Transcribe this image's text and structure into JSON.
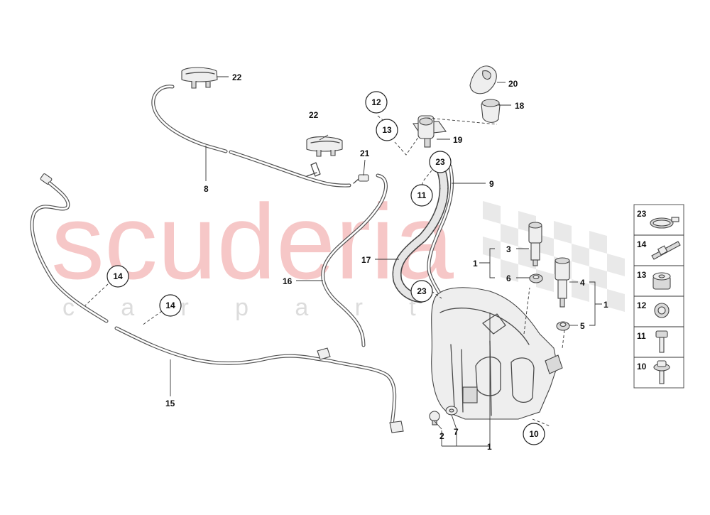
{
  "watermark": {
    "brand": "scuderia",
    "sub": "c a r   p a r t s"
  },
  "callouts": [
    {
      "id": "c22a",
      "num": "22"
    },
    {
      "id": "c22b",
      "num": "22"
    },
    {
      "id": "c20",
      "num": "20"
    },
    {
      "id": "c18",
      "num": "18"
    },
    {
      "id": "c19",
      "num": "19"
    },
    {
      "id": "c21",
      "num": "21"
    },
    {
      "id": "c8",
      "num": "8"
    },
    {
      "id": "c9",
      "num": "9"
    },
    {
      "id": "c16",
      "num": "16"
    },
    {
      "id": "c17",
      "num": "17"
    },
    {
      "id": "c15",
      "num": "15"
    },
    {
      "id": "c3",
      "num": "3"
    },
    {
      "id": "c6",
      "num": "6"
    },
    {
      "id": "c1a",
      "num": "1"
    },
    {
      "id": "c4",
      "num": "4"
    },
    {
      "id": "c5",
      "num": "5"
    },
    {
      "id": "c1b",
      "num": "1"
    },
    {
      "id": "c2",
      "num": "2"
    },
    {
      "id": "c7",
      "num": "7"
    },
    {
      "id": "c1c",
      "num": "1"
    }
  ],
  "circled": [
    {
      "id": "r12",
      "num": "12"
    },
    {
      "id": "r13",
      "num": "13"
    },
    {
      "id": "r23a",
      "num": "23"
    },
    {
      "id": "r11",
      "num": "11"
    },
    {
      "id": "r14a",
      "num": "14"
    },
    {
      "id": "r14b",
      "num": "14"
    },
    {
      "id": "r23b",
      "num": "23"
    },
    {
      "id": "r10",
      "num": "10"
    }
  ],
  "legend": [
    "23",
    "14",
    "13",
    "12",
    "11",
    "10"
  ]
}
